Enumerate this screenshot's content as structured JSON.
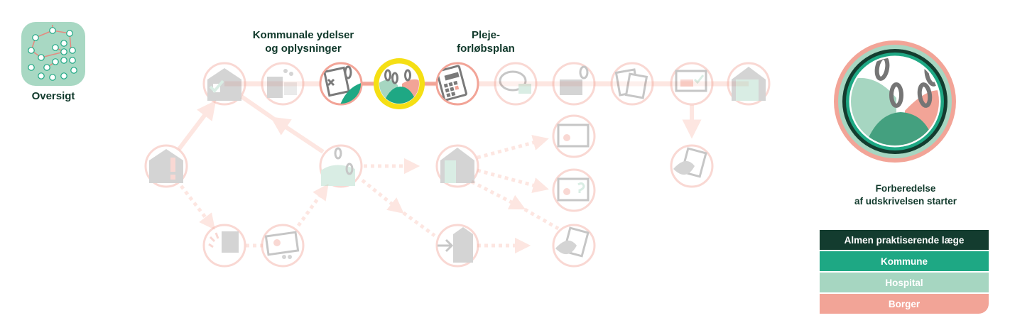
{
  "overview": {
    "label": "Oversigt"
  },
  "labels": {
    "kommunale": "Kommunale ydelser\nog oplysninger",
    "pleje": "Pleje-\nforløbsplan",
    "detail": "Forberedelse\naf udskrivelsen starter"
  },
  "legend": [
    {
      "label": "Almen praktiserende læge",
      "color": "#133c2f"
    },
    {
      "label": "Kommune",
      "color": "#1ea884"
    },
    {
      "label": "Hospital",
      "color": "#a6d6c1"
    },
    {
      "label": "Borger",
      "color": "#f2a497"
    }
  ],
  "colors": {
    "ring": "#f2a497",
    "highlight": "#f5df14",
    "dark_green": "#133c2f",
    "mid_green": "#1ea884",
    "light_green": "#a6d6c1",
    "salmon": "#f2a497",
    "grey": "#7a7a7a",
    "faded_line": "#fde6e1"
  }
}
